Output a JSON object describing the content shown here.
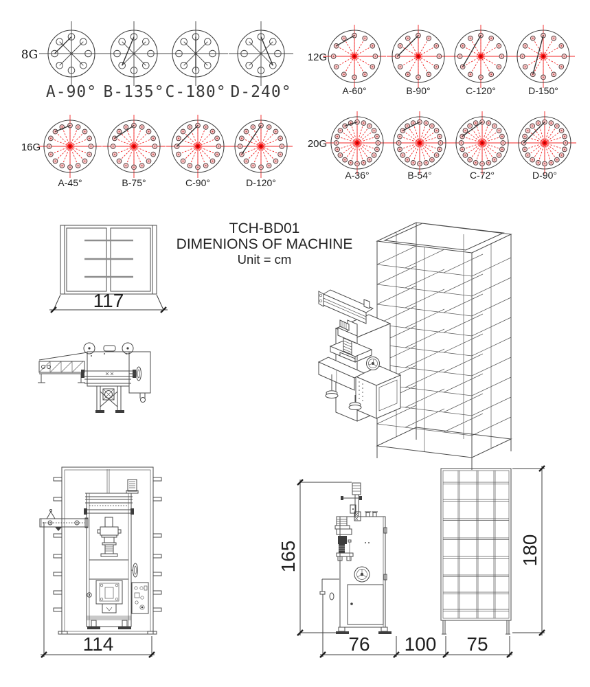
{
  "title": {
    "model": "TCH-BD01",
    "heading": "DIMENIONS OF MACHINE",
    "unit": "Unit = cm"
  },
  "colors": {
    "line": "#4a4a4a",
    "red": "#f22020",
    "red_center": "#ff1a1a",
    "red_center_core": "#b30000",
    "bobbin_fill": "#f4c6c6",
    "text": "#1f1f1f"
  },
  "gauges": [
    {
      "label": "8G",
      "count": 8,
      "theme": "dark",
      "variants": [
        {
          "label": "A-90°",
          "angle": 90
        },
        {
          "label": "B-135°",
          "angle": 135
        },
        {
          "label": "C-180°",
          "angle": 180
        },
        {
          "label": "D-240°",
          "angle": 240
        }
      ]
    },
    {
      "label": "12G",
      "count": 12,
      "theme": "red",
      "variants": [
        {
          "label": "A-60°",
          "angle": 60
        },
        {
          "label": "B-90°",
          "angle": 90
        },
        {
          "label": "C-120°",
          "angle": 120
        },
        {
          "label": "D-150°",
          "angle": 150
        }
      ]
    },
    {
      "label": "16G",
      "count": 16,
      "theme": "red",
      "variants": [
        {
          "label": "A-45°",
          "angle": 45
        },
        {
          "label": "B-75°",
          "angle": 75
        },
        {
          "label": "C-90°",
          "angle": 90
        },
        {
          "label": "D-120°",
          "angle": 120
        }
      ]
    },
    {
      "label": "20G",
      "count": 20,
      "theme": "red",
      "variants": [
        {
          "label": "A-36°",
          "angle": 36
        },
        {
          "label": "B-54°",
          "angle": 54
        },
        {
          "label": "C-72°",
          "angle": 72
        },
        {
          "label": "D-90°",
          "angle": 90
        }
      ]
    }
  ],
  "dimensions": {
    "top_view_width": "117",
    "front_width": "114",
    "side_height": "165",
    "side_width": "76",
    "machine_rack_gap": "100",
    "rack_width": "75",
    "rack_height": "180"
  }
}
